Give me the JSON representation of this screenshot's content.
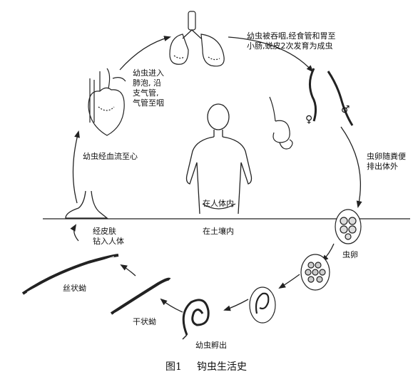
{
  "labels": {
    "swallow": "幼虫被吞咽,经食管和胃至\n小肠,蜕皮2次发育为成虫",
    "lung": "幼虫进入\n肺泡, 沿\n支气管,\n气管至咽",
    "blood": "幼虫经血流至心",
    "eggs_out": "虫卵随粪便\n排出体外",
    "in_body": "在人体内",
    "in_soil": "在土壤内",
    "skin": "经皮肤\n钻入人体",
    "egg": "虫卵",
    "hatch": "幼虫孵出",
    "rhabditiform": "干状蚴",
    "filariform": "丝状蚴"
  },
  "symbols": {
    "female": "♀",
    "male": "♂"
  },
  "caption": {
    "figure": "图1",
    "title": "钩虫生活史"
  }
}
